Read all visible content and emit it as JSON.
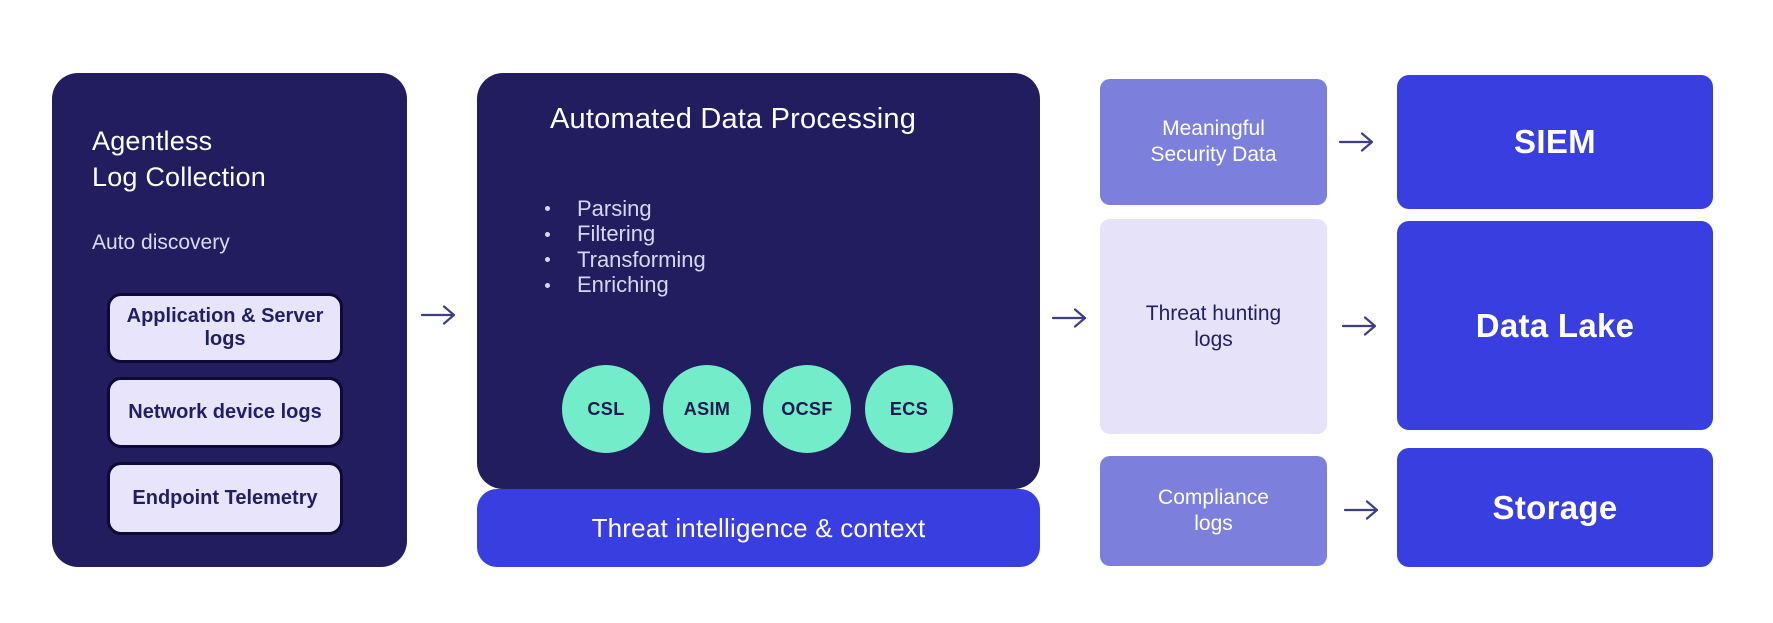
{
  "palette": {
    "navy": "#211d5e",
    "blue": "#393ee0",
    "purple": "#7c80dc",
    "lavender": "#e5e2f9",
    "mint": "#73ecc9",
    "arrow": "#3e3e86"
  },
  "collection": {
    "title": "Agentless\nLog Collection",
    "subtitle": "Auto discovery",
    "sources": [
      "Application & Server\nlogs",
      "Network device logs",
      "Endpoint Telemetry"
    ]
  },
  "processing": {
    "title": "Automated Data Processing",
    "steps": [
      "Parsing",
      "Filtering",
      "Transforming",
      "Enriching"
    ],
    "schemas": [
      "CSL",
      "ASIM",
      "OCSF",
      "ECS"
    ],
    "banner": "Threat intelligence & context"
  },
  "outputs": [
    {
      "label": "Meaningful\nSecurity Data"
    },
    {
      "label": "Threat hunting\nlogs"
    },
    {
      "label": "Compliance\nlogs"
    }
  ],
  "destinations": [
    {
      "label": "SIEM"
    },
    {
      "label": "Data Lake"
    },
    {
      "label": "Storage"
    }
  ]
}
